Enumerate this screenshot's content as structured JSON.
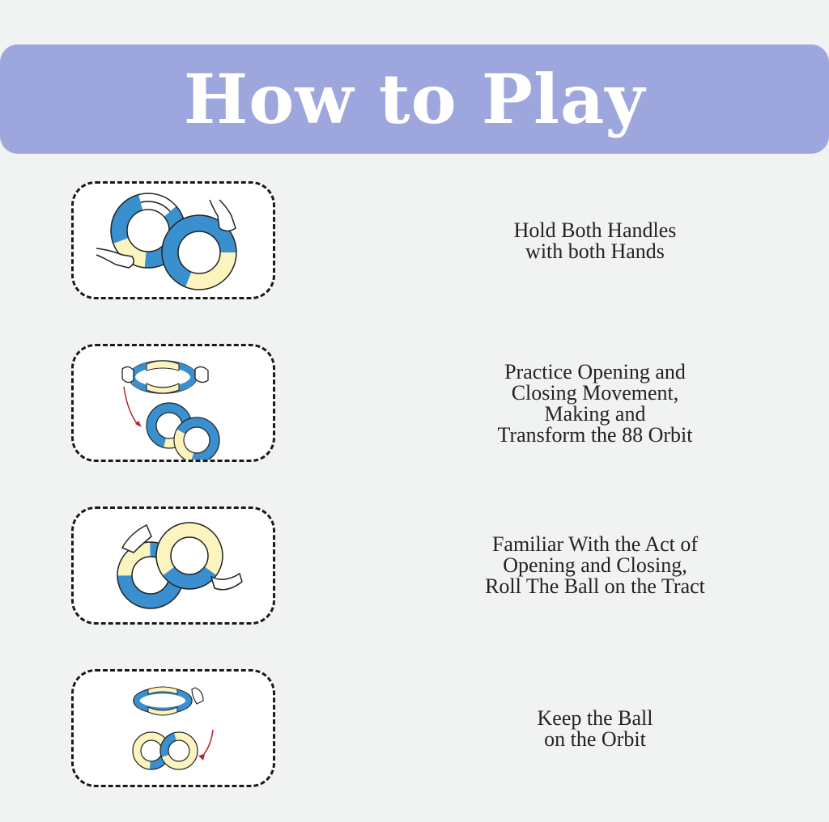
{
  "header": {
    "title": "How to Play"
  },
  "colors": {
    "banner": "#9da6dd",
    "ring_blue": "#3a8fcf",
    "ring_yellow": "#fbf4bf",
    "arrow_red": "#b3282d"
  },
  "steps": [
    {
      "icon": "hands-holding-figure-eight-ring-icon",
      "lines": [
        "Hold Both Handles",
        "with both Hands"
      ]
    },
    {
      "icon": "ring-open-close-transform-icon",
      "lines": [
        "Practice Opening and",
        "Closing Movement,",
        "Making and",
        "Transform the 88 Orbit"
      ]
    },
    {
      "icon": "hands-opening-closing-ring-icon",
      "lines": [
        "Familiar With the Act of",
        "Opening and Closing,",
        "Roll The Ball on the Tract"
      ]
    },
    {
      "icon": "ring-ball-on-orbit-icon",
      "lines": [
        "Keep the Ball",
        "on the Orbit"
      ]
    }
  ]
}
